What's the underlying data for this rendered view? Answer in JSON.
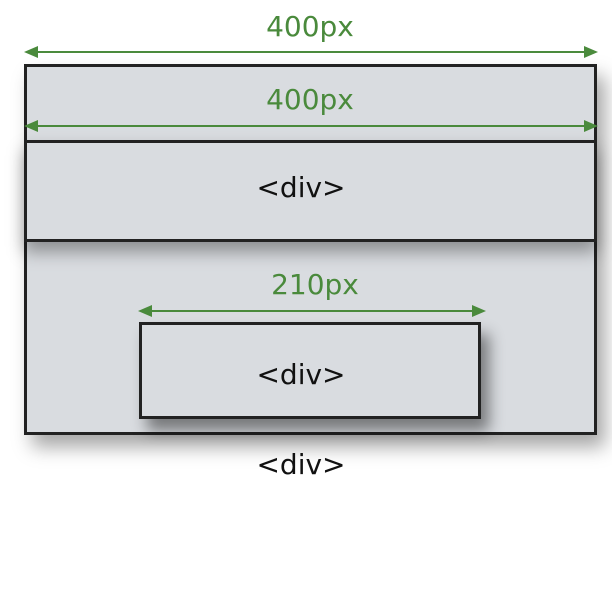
{
  "diagram": {
    "outer": {
      "width_label": "400px",
      "element_label": "<div>"
    },
    "inner_full": {
      "width_label": "400px",
      "element_label": "<div>"
    },
    "inner_small": {
      "width_label": "210px",
      "element_label": "<div>"
    }
  },
  "colors": {
    "measure": "#4a8a3c",
    "box_fill": "#d9dce0",
    "box_border": "#222222",
    "text": "#111111"
  }
}
